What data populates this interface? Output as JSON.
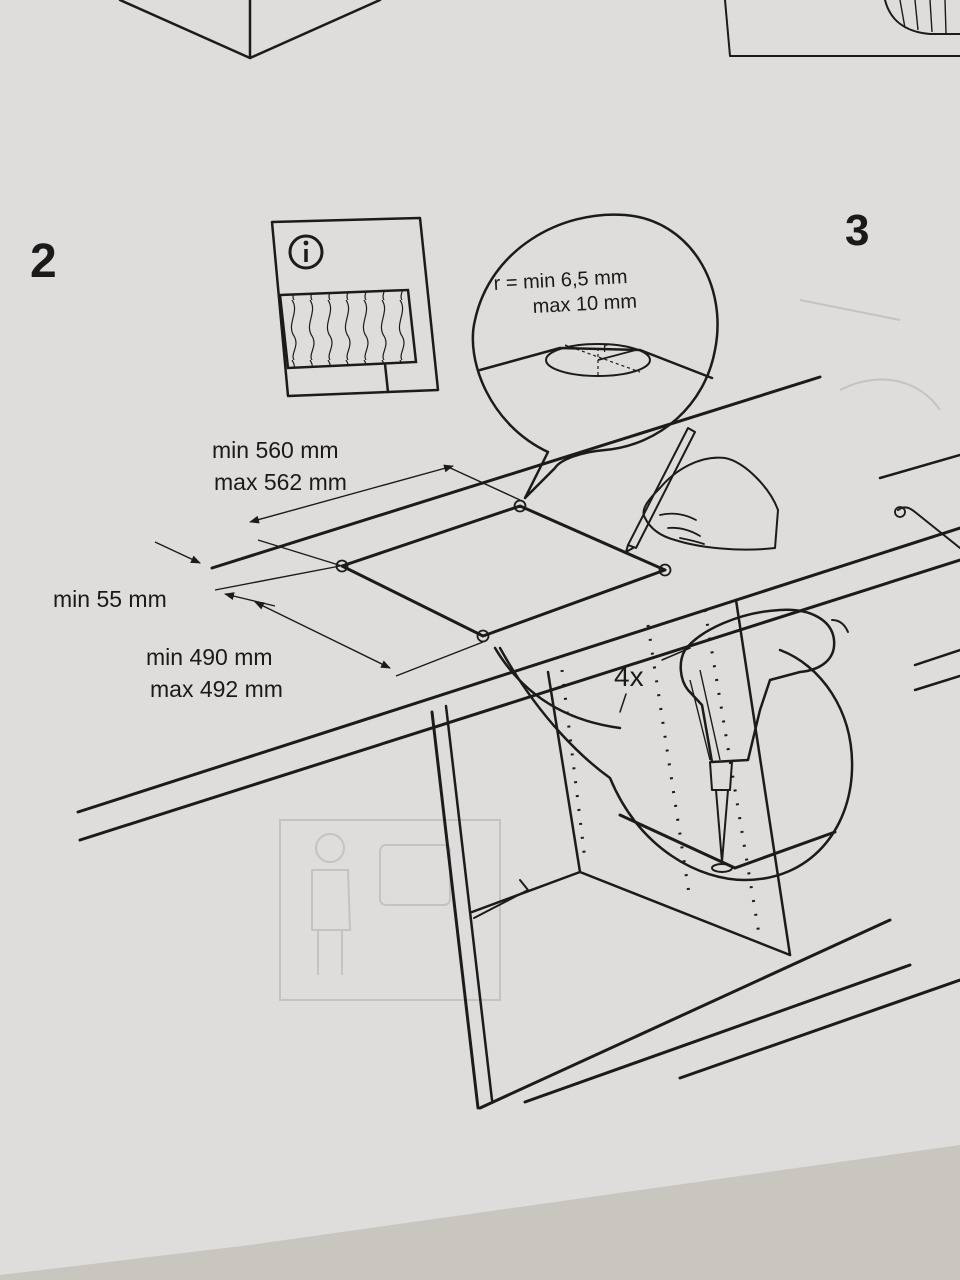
{
  "steps": {
    "current": "2",
    "next": "3"
  },
  "info_icon": "info-circle-icon",
  "callout_radius": {
    "line1": "r = min 6,5 mm",
    "line2": "max 10 mm",
    "r_label": "r"
  },
  "dimensions": {
    "width_min": "min 560 mm",
    "width_max": "max 562 mm",
    "edge_min": "min 55 mm",
    "depth_min": "min 490 mm",
    "depth_max": "max 492 mm"
  },
  "drill": {
    "count": "4x"
  },
  "colors": {
    "paper": "#dedddb",
    "line": "#1b1b1b",
    "backdrop": "#c9c6c0"
  }
}
